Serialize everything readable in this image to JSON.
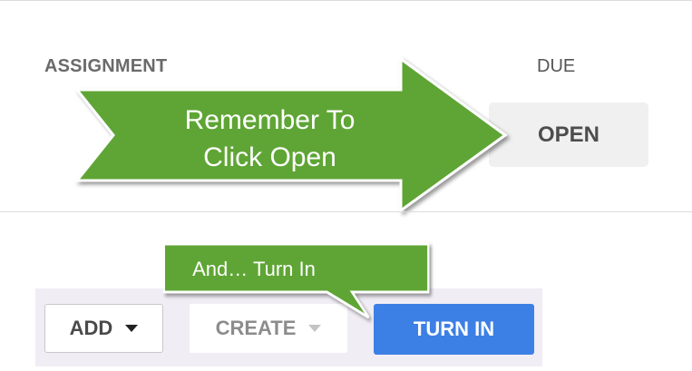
{
  "table": {
    "assignment_header": "ASSIGNMENT",
    "due_header": "DUE",
    "open_button": "OPEN"
  },
  "annotations": {
    "arrow_line1": "Remember To",
    "arrow_line2": "Click Open",
    "callout": "And… Turn In",
    "color": "#5ea536"
  },
  "toolbar": {
    "add_label": "ADD",
    "create_label": "CREATE",
    "turnin_label": "TURN IN",
    "turnin_color": "#3c80e6"
  }
}
